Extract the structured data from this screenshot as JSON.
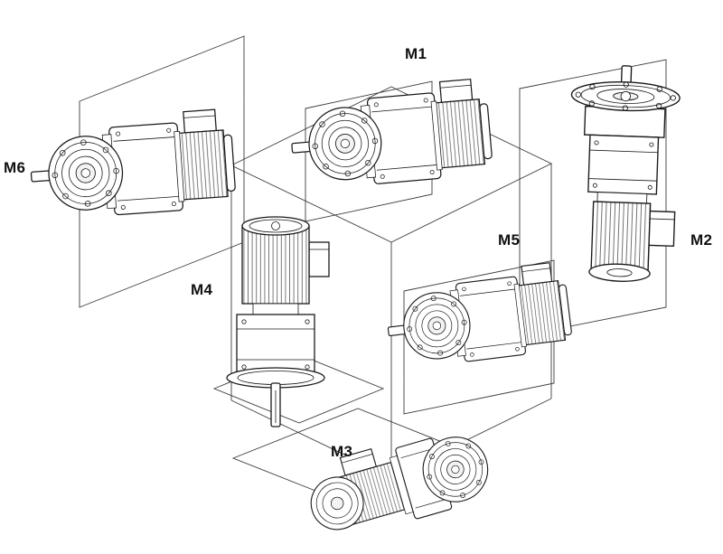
{
  "figure": {
    "colors": {
      "line": "#1a1a1a",
      "thin": "#3c3c3c",
      "shade": "#f3f3f3",
      "bg": "#ffffff"
    }
  },
  "labels": {
    "m1": "M1",
    "m2": "M2",
    "m3": "M3",
    "m4": "M4",
    "m5": "M5",
    "m6": "M6"
  }
}
